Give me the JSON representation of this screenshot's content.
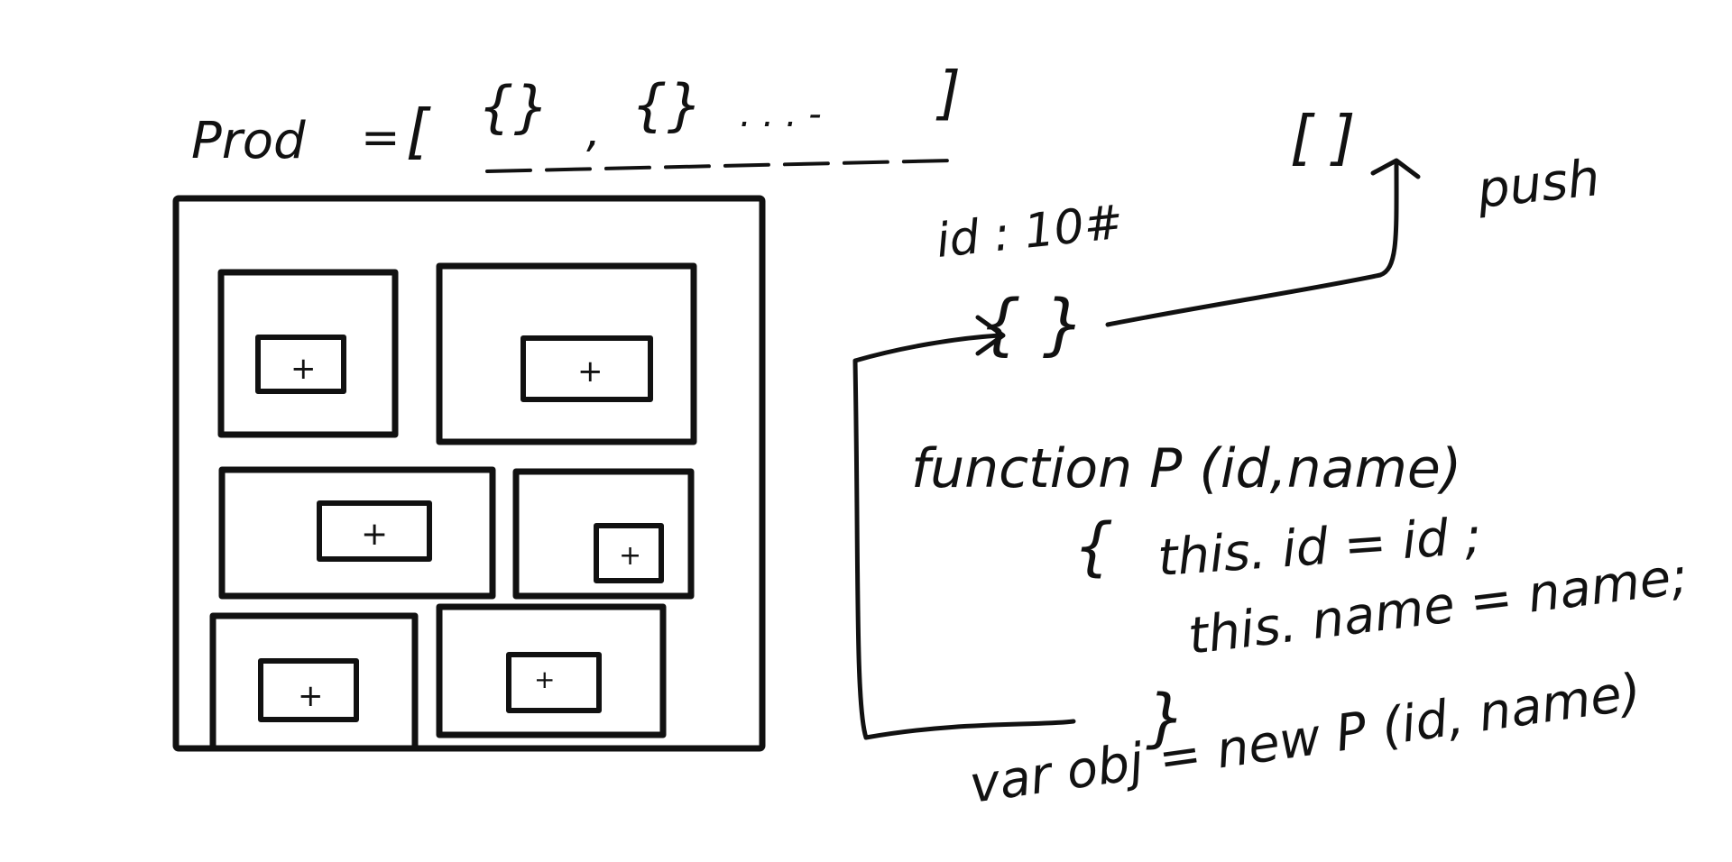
{
  "colors": {
    "ink": "#111111",
    "background": "#ffffff"
  },
  "heading": {
    "prod_label": "Prod",
    "equals": "=",
    "open_bracket": "[",
    "item_1": "{}",
    "comma": ",",
    "item_2": "{}",
    "ellipsis": ". . . -",
    "close_bracket": "]"
  },
  "grid": {
    "tile_count": 6,
    "add_symbol": "+"
  },
  "target_array": {
    "text": "[ ]",
    "push_label": "push"
  },
  "object_sketch": {
    "id_line": "id : 10#",
    "braces": "{ }"
  },
  "constructor": {
    "signature": "function  P (id,name)",
    "open_brace": "{",
    "line_1": "this. id = id ;",
    "line_2": "this. name = name;",
    "close_brace": "}"
  },
  "instantiation": {
    "text": "var obj =  new  P (id, name)"
  }
}
